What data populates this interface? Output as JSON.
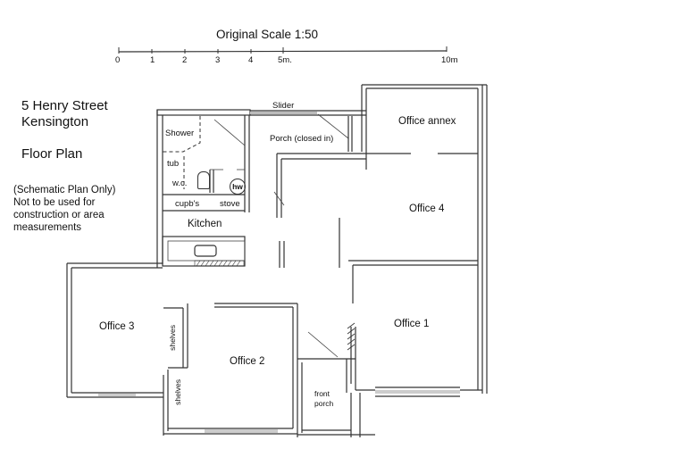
{
  "scale": {
    "title": "Original Scale 1:50",
    "ticks": [
      "0",
      "1",
      "2",
      "3",
      "4",
      "5m.",
      "10m"
    ]
  },
  "info": {
    "address_line1": "5 Henry Street",
    "address_line2": "Kensington",
    "plan_title": "Floor Plan",
    "disclaimer_line1": "(Schematic Plan Only)",
    "disclaimer_line2": "Not to be used for",
    "disclaimer_line3": "construction or area",
    "disclaimer_line4": "measurements"
  },
  "rooms": {
    "slider": "Slider",
    "porch": "Porch (closed in)",
    "office_annex": "Office annex",
    "office_4": "Office 4",
    "office_3": "Office 3",
    "office_2": "Office 2",
    "office_1": "Office 1",
    "kitchen": "Kitchen",
    "shower": "Shower",
    "tub": "tub",
    "wc": "w.c.",
    "hw": "hw",
    "cupboards": "cupb's",
    "stove": "stove",
    "shelves_1": "shelves",
    "shelves_2": "shelves",
    "front_porch_line1": "front",
    "front_porch_line2": "porch"
  }
}
